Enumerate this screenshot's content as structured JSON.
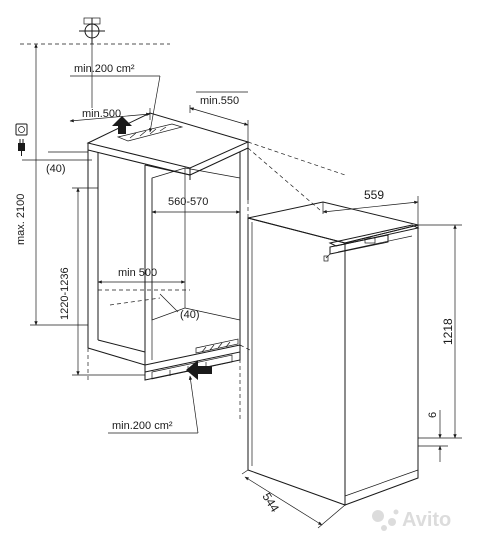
{
  "labels": {
    "vent_top_area": "min.200 cm²",
    "depth_top": "min.500",
    "width_top": "min.550",
    "total_height": "max. 2100",
    "offset_left": "(40)",
    "niche_height": "1220-1236",
    "niche_width": "560-570",
    "depth_inner": "min 500",
    "offset_inner": "(40)",
    "vent_bottom_area": "min.200 cm²",
    "appliance_width": "559",
    "appliance_height": "1218",
    "plinth_gap": "6",
    "appliance_depth": "544"
  },
  "watermark": {
    "brand": "Avito"
  },
  "icons": [
    "plumb-target-icon",
    "power-socket-icon",
    "power-plug-icon",
    "airflow-arrow-up-icon",
    "airflow-arrow-in-icon"
  ]
}
